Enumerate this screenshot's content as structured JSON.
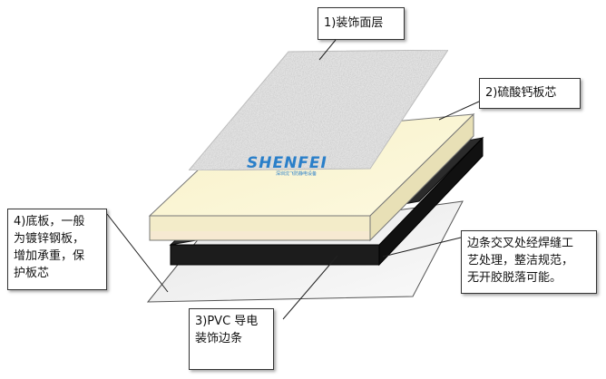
{
  "callouts": {
    "decor_layer": "1)装饰面层",
    "core": "2)硫酸钙板芯",
    "pvc_strip": "3)PVC 导电\n装饰边条",
    "base_plate": "4)底板，一般\n为镀锌钢板，\n增加承重，保\n护板芯",
    "edge_note": "边条交叉处经焊缝工\n艺处理，整洁规范，\n无开胶脱落可能。"
  },
  "logo": {
    "text": "SHENFEI",
    "subtext": "深圳沈飞防静电设备"
  },
  "colors": {
    "decor_surface": "#e3e3e3",
    "core_top": "#fbf6d2",
    "core_side": "#efe8c4",
    "black_layer": "#1c1c1c",
    "base_plate": "#f2f2f2",
    "logo": "#2a7fc9"
  }
}
